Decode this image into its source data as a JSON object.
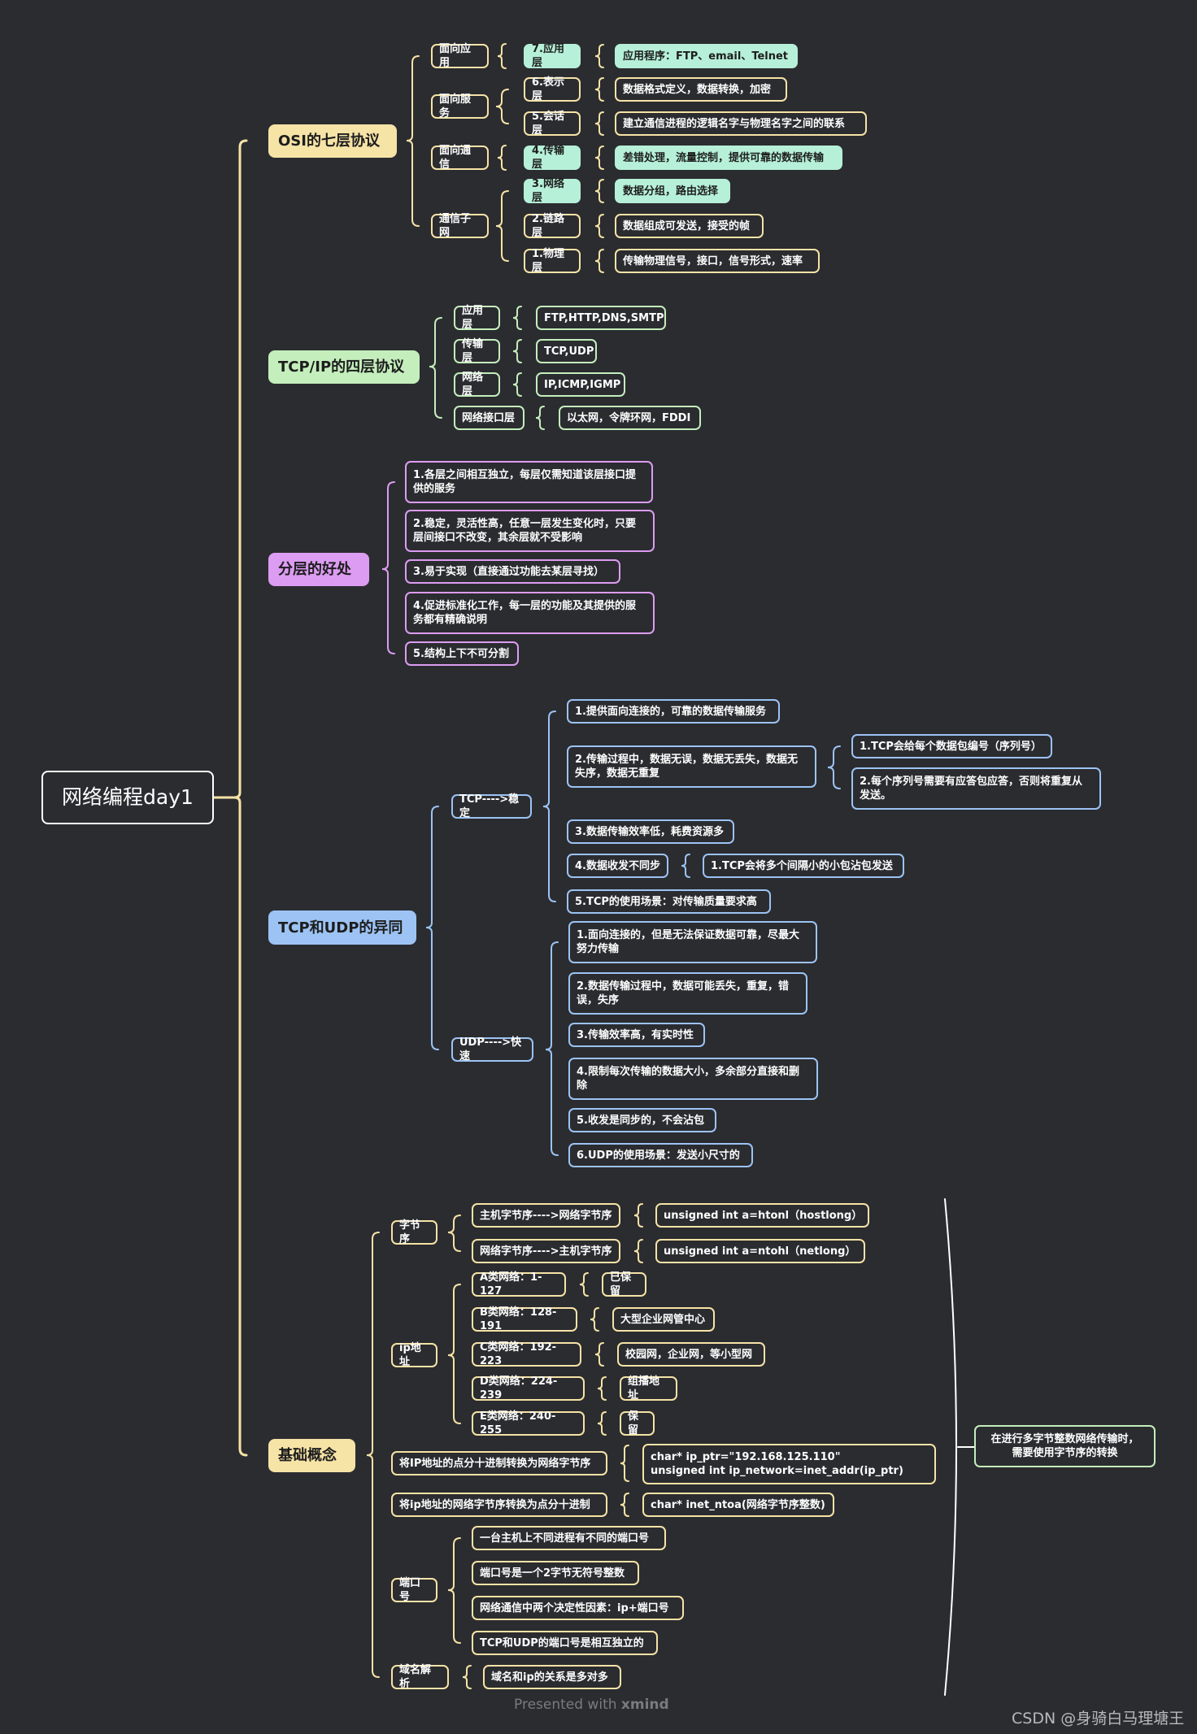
{
  "root": "网络编程day1",
  "colors": {
    "background": "#2b2c30",
    "yellow": "#f6e3a6",
    "green": "#c4eebc",
    "mint": "#b6f0d8",
    "purple": "#dc9cf2",
    "blue": "#9cc3f4"
  },
  "osi": {
    "title": "OSI的七层协议",
    "groups": {
      "app": "面向应用",
      "service": "面向服务",
      "comm": "面向通信",
      "subnet": "通信子网"
    },
    "layers": [
      {
        "name": "7.应用层",
        "desc": "应用程序：FTP、email、Telnet"
      },
      {
        "name": "6.表示层",
        "desc": "数据格式定义，数据转换，加密"
      },
      {
        "name": "5.会话层",
        "desc": "建立通信进程的逻辑名字与物理名字之间的联系"
      },
      {
        "name": "4.传输层",
        "desc": "差错处理，流量控制，提供可靠的数据传输"
      },
      {
        "name": "3.网络层",
        "desc": "数据分组，路由选择"
      },
      {
        "name": "2.链路层",
        "desc": "数据组成可发送，接受的帧"
      },
      {
        "name": "1.物理层",
        "desc": "传输物理信号，接口，信号形式，速率"
      }
    ]
  },
  "tcpip": {
    "title": "TCP/IP的四层协议",
    "layers": [
      {
        "name": "应用层",
        "desc": "FTP,HTTP,DNS,SMTP"
      },
      {
        "name": "传输层",
        "desc": "TCP,UDP"
      },
      {
        "name": "网络层",
        "desc": "IP,ICMP,IGMP"
      },
      {
        "name": "网络接口层",
        "desc": "以太网，令牌环网，FDDI"
      }
    ]
  },
  "benefits": {
    "title": "分层的好处",
    "items": [
      "1.各层之间相互独立，每层仅需知道该层接口提\n供的服务",
      "2.稳定，灵活性高，任意一层发生变化时，只要\n层间接口不改变，其余层就不受影响",
      "3.易于实现（直接通过功能去某层寻找）",
      "4.促进标准化工作，每一层的功能及其提供的服\n务都有精确说明",
      "5.结构上下不可分割"
    ]
  },
  "tcpudp": {
    "title": "TCP和UDP的异同",
    "tcp": {
      "label": "TCP---->稳定",
      "items": [
        "1.提供面向连接的，可靠的数据传输服务",
        "2.传输过程中，数据无误，数据无丢失，数据无\n失序，数据无重复",
        "3.数据传输效率低，耗费资源多",
        "4.数据收发不同步",
        "5.TCP的使用场景：对传输质量要求高"
      ],
      "sub2": [
        "1.TCP会给每个数据包编号（序列号）",
        "2.每个序列号需要有应答包应答，否则将重复从\n发送。"
      ],
      "sub4": "1.TCP会将多个间隔小的小包沾包发送"
    },
    "udp": {
      "label": "UDP---->快速",
      "items": [
        "1.面向连接的，但是无法保证数据可靠，尽最大\n努力传输",
        "2.数据传输过程中，数据可能丢失，重复，错\n误，失序",
        "3.传输效率高，有实时性",
        "4.限制每次传输的数据大小，多余部分直接和删\n除",
        "5.收发是同步的，不会沾包",
        "6.UDP的使用场景：发送小尺寸的"
      ]
    }
  },
  "basics": {
    "title": "基础概念",
    "byteorder": {
      "label": "字节序",
      "h2n": "主机字节序---->网络字节序",
      "h2n_code": "unsigned  int  a=htonl（hostlong）",
      "n2h": "网络字节序---->主机字节序",
      "n2h_code": "unsigned  int   a=ntohl（netlong）"
    },
    "ip": {
      "label": "ip地址",
      "classes": [
        {
          "name": "A类网络：1-127",
          "use": "已保留"
        },
        {
          "name": "B类网络：128-191",
          "use": "大型企业网管中心"
        },
        {
          "name": "C类网络：192-223",
          "use": "校园网，企业网，等小型网"
        },
        {
          "name": "D类网络：224-239",
          "use": "组播地址"
        },
        {
          "name": "E类网络：240-255",
          "use": "保留"
        }
      ]
    },
    "ip2net": "将IP地址的点分十进制转换为网络字节序",
    "ip2net_code": "char*  ip_ptr=\"192.168.125.110\"\nunsigned  int  ip_network=inet_addr(ip_ptr)",
    "net2ip": "将ip地址的网络字节序转换为点分十进制",
    "net2ip_code": "char*  inet_ntoa(网络字节序整数)",
    "port": {
      "label": "端口号",
      "items": [
        "一台主机上不同进程有不同的端口号",
        "端口号是一个2字节无符号整数",
        "网络通信中两个决定性因素：ip+端口号",
        "TCP和UDP的端口号是相互独立的"
      ]
    },
    "dns": {
      "label": "域名解析",
      "item": "域名和ip的关系是多对多"
    },
    "note": "在进行多字节整数网络传输时，\n需要使用字节序的转换"
  },
  "footer": {
    "prefix": "Presented with ",
    "brand": "xmind"
  },
  "credit": "CSDN @身骑白马理塘王"
}
